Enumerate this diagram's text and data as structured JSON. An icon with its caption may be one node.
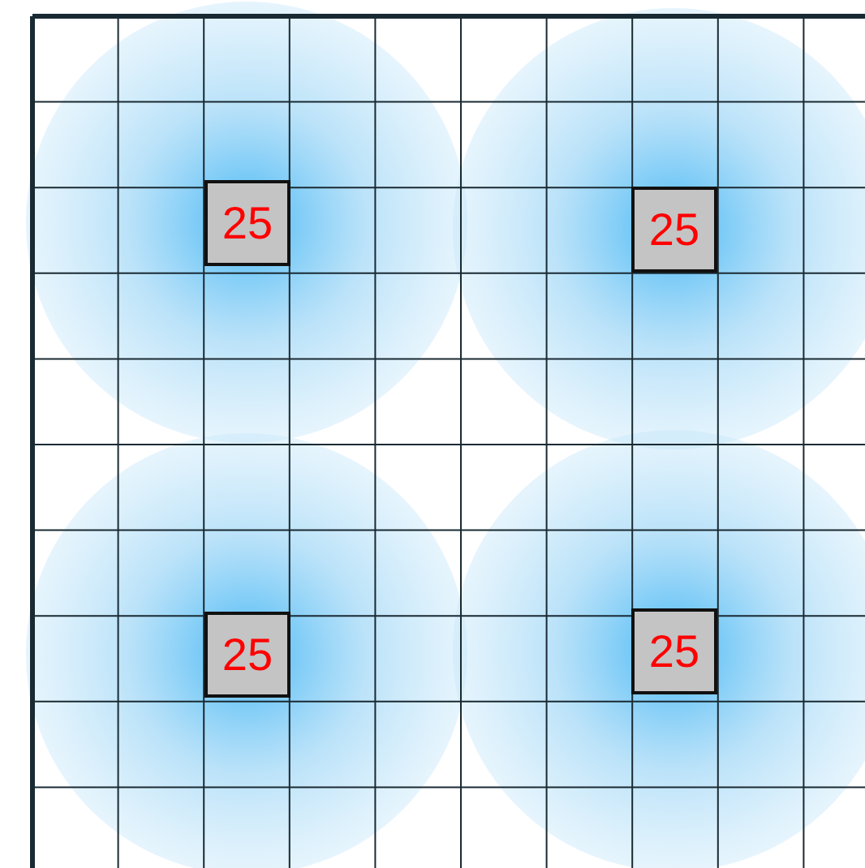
{
  "diagram": {
    "nodes": [
      {
        "text": [
          "25"
        ]
      },
      {
        "text": [
          "25"
        ]
      },
      {
        "text": [
          "25"
        ]
      },
      {
        "text": [
          "25"
        ]
      }
    ]
  }
}
